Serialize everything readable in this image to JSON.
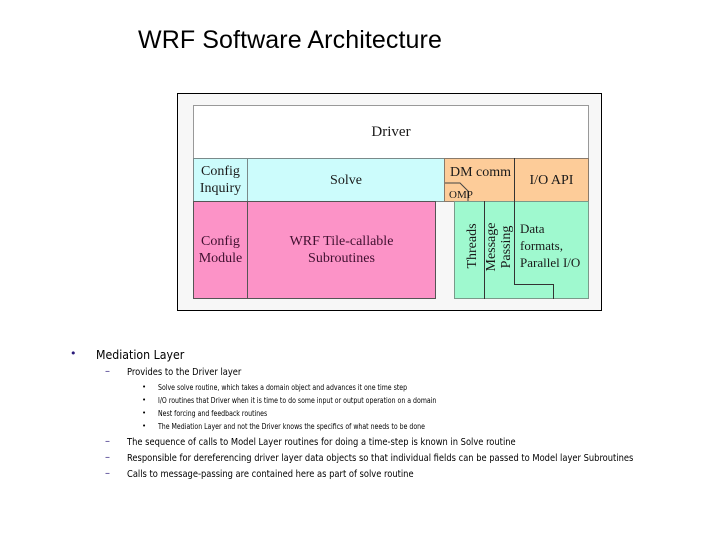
{
  "slide": {
    "title": "WRF Software Architecture"
  },
  "diagram": {
    "driver": "Driver",
    "config_inquiry": "Config Inquiry",
    "solve": "Solve",
    "dm_comm": "DM comm",
    "omp": "OMP",
    "io_api": "I/O API",
    "config_module": "Config Module",
    "wrf_tile": "WRF Tile-callable Subroutines",
    "threads": "Threads",
    "message_passing": "Message Passing",
    "data_formats": "Data formats, Parallel I/O",
    "colors": {
      "cyan": "#ccfcfc",
      "orange": "#fdcc99",
      "pink": "#fc93c7",
      "green": "#9ff9cf"
    }
  },
  "bullets": {
    "main": "Mediation Layer",
    "sub1": "Provides to the Driver layer",
    "sub1_items": [
      "Solve solve routine, which takes a domain object and advances it one time step",
      "I/O routines that Driver when it is time to do some input or output operation on a domain",
      "Nest forcing and feedback routines",
      "The Mediation Layer and not the Driver knows the specifics of what needs to be done"
    ],
    "sub2": "The sequence of calls to Model Layer routines for doing a time-step is known in Solve routine",
    "sub3": "Responsible for dereferencing driver layer data objects so that individual fields can be passed to Model layer Subroutines",
    "sub4": "Calls to message-passing are contained here as part of solve routine",
    "bullet_char": "•",
    "dash_char": "–"
  }
}
